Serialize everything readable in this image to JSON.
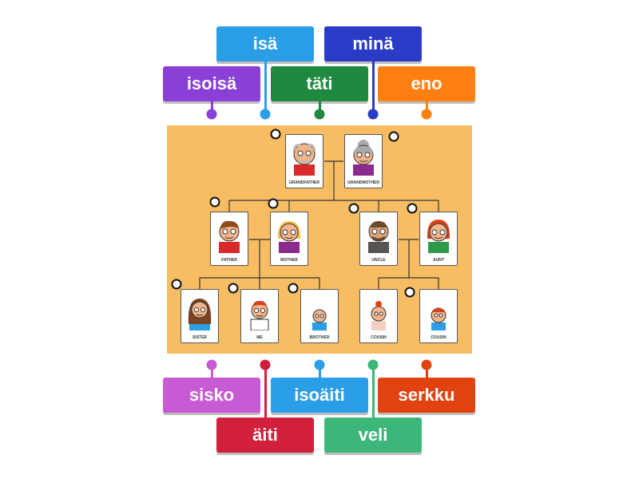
{
  "labels": [
    {
      "id": "isa",
      "text": "isä",
      "color": "#2b9ee8"
    },
    {
      "id": "mina",
      "text": "minä",
      "color": "#2a3cc7"
    },
    {
      "id": "isoisa",
      "text": "isoisä",
      "color": "#8a3fd6"
    },
    {
      "id": "tati",
      "text": "täti",
      "color": "#1f8a3f"
    },
    {
      "id": "eno",
      "text": "eno",
      "color": "#ff7f11"
    },
    {
      "id": "sisko",
      "text": "sisko",
      "color": "#c95ad6"
    },
    {
      "id": "isoaiti",
      "text": "isoäiti",
      "color": "#2b9ee8"
    },
    {
      "id": "serkku",
      "text": "serkku",
      "color": "#e2420f"
    },
    {
      "id": "aiti",
      "text": "äiti",
      "color": "#d21f3c"
    },
    {
      "id": "veli",
      "text": "veli",
      "color": "#3db67a"
    }
  ],
  "cards": [
    {
      "id": "grandfather",
      "caption": "GRANDFATHER"
    },
    {
      "id": "grandmother",
      "caption": "GRANDMOTHER"
    },
    {
      "id": "father",
      "caption": "FATHER"
    },
    {
      "id": "mother",
      "caption": "MOTHER"
    },
    {
      "id": "uncle",
      "caption": "UNCLE"
    },
    {
      "id": "aunt",
      "caption": "AUNT"
    },
    {
      "id": "sister",
      "caption": "SISTER"
    },
    {
      "id": "me",
      "caption": "ME"
    },
    {
      "id": "brother",
      "caption": "BROTHER"
    },
    {
      "id": "cousin1",
      "caption": "COUSIN"
    },
    {
      "id": "cousin2",
      "caption": "COUSIN"
    }
  ]
}
